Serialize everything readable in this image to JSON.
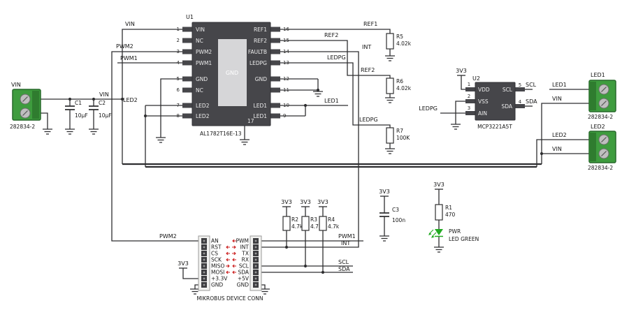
{
  "u1": {
    "ref": "U1",
    "part": "AL1782T16E-13",
    "pad_label": "GND",
    "pad_pin": "17",
    "left_pins": [
      {
        "num": "1",
        "label": "VIN"
      },
      {
        "num": "2",
        "label": "NC"
      },
      {
        "num": "3",
        "label": "PWM2"
      },
      {
        "num": "4",
        "label": "PWM1"
      },
      {
        "num": "5",
        "label": "GND"
      },
      {
        "num": "6",
        "label": "NC"
      },
      {
        "num": "7",
        "label": "LED2"
      },
      {
        "num": "8",
        "label": "LED2"
      }
    ],
    "right_pins": [
      {
        "num": "16",
        "label": "REF1"
      },
      {
        "num": "15",
        "label": "REF2"
      },
      {
        "num": "14",
        "label": "FAULTB"
      },
      {
        "num": "13",
        "label": "LEDPG"
      },
      {
        "num": "12",
        "label": "GND"
      },
      {
        "num": "11",
        "label": ""
      },
      {
        "num": "10",
        "label": "LED1"
      },
      {
        "num": "9",
        "label": "LED1"
      }
    ]
  },
  "u2": {
    "ref": "U2",
    "part": "MCP3221A5T",
    "left_pins": [
      {
        "num": "1",
        "label": "VDD"
      },
      {
        "num": "2",
        "label": "VSS"
      },
      {
        "num": "3",
        "label": "AIN"
      }
    ],
    "right_pins": [
      {
        "num": "5",
        "label": "SCL"
      },
      {
        "num": "4",
        "label": "SDA"
      }
    ]
  },
  "terminals": {
    "left": {
      "net": "VIN",
      "part": "282834-2"
    },
    "right_top": {
      "net": "LED1",
      "part": "282834-2"
    },
    "right_bottom": {
      "net": "LED2",
      "part": "282834-2"
    }
  },
  "resistors": [
    {
      "ref": "R1",
      "value": "470"
    },
    {
      "ref": "R2",
      "value": "4.7k"
    },
    {
      "ref": "R3",
      "value": "4.7k"
    },
    {
      "ref": "R4",
      "value": "4.7k"
    },
    {
      "ref": "R5",
      "value": "4.02k"
    },
    {
      "ref": "R6",
      "value": "4.02k"
    },
    {
      "ref": "R7",
      "value": "100K"
    }
  ],
  "capacitors": [
    {
      "ref": "C1",
      "value": "10µF"
    },
    {
      "ref": "C2",
      "value": "10µF"
    },
    {
      "ref": "C3",
      "value": "100n"
    }
  ],
  "power_label": "3V3",
  "net_labels": {
    "vin_wire": "VIN",
    "vin_pin1": "VIN",
    "pwm2": "PWM2",
    "pwm1": "PWM1",
    "led2": "LED2",
    "ref1": "REF1",
    "ref2_a": "REF2",
    "int_a": "INT",
    "ledpg_a": "LEDPG",
    "ref2_b": "REF2",
    "led1": "LED1",
    "ledpg_b": "LEDPG",
    "ledpg_u2": "LEDPG",
    "scl_u2": "SCL",
    "sda_u2": "SDA",
    "led1_tb": "LED1",
    "vin_tb_top": "VIN",
    "led2_tb": "LED2",
    "vin_tb_bot": "VIN",
    "pwm2_mb": "PWM2",
    "pwm1_mb": "PWM1",
    "int_mb": "INT",
    "scl_mb": "SCL",
    "sda_mb": "SDA"
  },
  "mikrobus": {
    "title": "MIKROBUS DE",
    "left_pins": [
      "AN",
      "RST",
      "CS",
      "SCK",
      "MISO",
      "MOSI",
      "+3.3V",
      "GND"
    ],
    "right_pins": [
      "PWM",
      "INT",
      "TX",
      "RX",
      "SCL",
      "SDA",
      "+5V",
      "GND"
    ]
  },
  "led": {
    "name": "PWR",
    "desc": "LED GREEN"
  },
  "colors": {
    "wire": "#2e2e30",
    "ic_body": "#46464a",
    "terminal_green": "#3e9c3e",
    "led_green": "#22aa22",
    "arrow_red": "#cc2222"
  }
}
